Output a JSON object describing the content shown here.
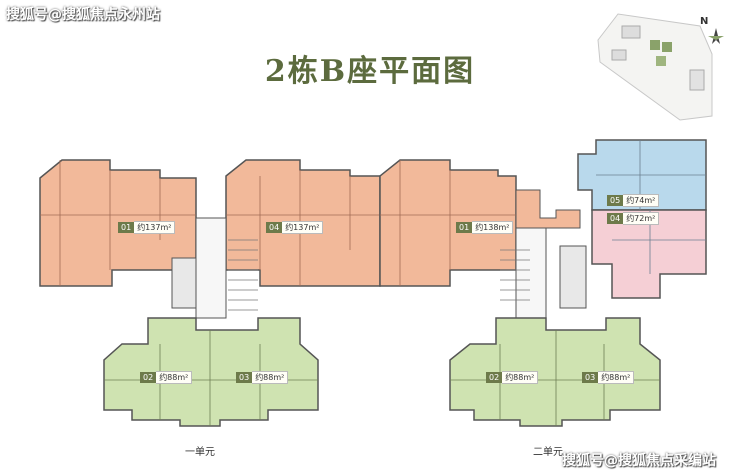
{
  "watermark_top": "搜狐号@搜狐焦点永州站",
  "watermark_bottom": "搜狐号@搜狐焦点采编站",
  "title": "2栋B座平面图",
  "compass_label": "N",
  "units": [
    {
      "name": "一单元"
    },
    {
      "name": "二单元"
    }
  ],
  "apartments": [
    {
      "num": "01",
      "area": "约137m²",
      "color": "#f2b99a"
    },
    {
      "num": "04",
      "area": "约137m²",
      "color": "#f2b99a"
    },
    {
      "num": "01",
      "area": "约138m²",
      "color": "#f2b99a"
    },
    {
      "num": "05",
      "area": "约74m²",
      "color": "#b9d9ec"
    },
    {
      "num": "04",
      "area": "约72m²",
      "color": "#f5cfd5"
    },
    {
      "num": "02",
      "area": "约88m²",
      "color": "#cfe3b1"
    },
    {
      "num": "03",
      "area": "约88m²",
      "color": "#cfe3b1"
    },
    {
      "num": "02",
      "area": "约88m²",
      "color": "#cfe3b1"
    },
    {
      "num": "03",
      "area": "约88m²",
      "color": "#cfe3b1"
    }
  ]
}
